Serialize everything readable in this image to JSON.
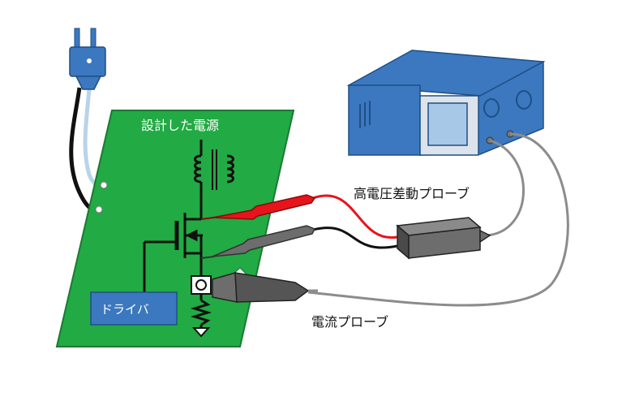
{
  "labels": {
    "board_title": "設計した電源",
    "driver": "ドライバ",
    "hv_probe": "高電圧差動プローブ",
    "current_probe": "電流プローブ"
  },
  "colors": {
    "board": "#22aa44",
    "board_edge": "#1a7a33",
    "scope_body": "#3b78bf",
    "scope_panel": "#dde3ea",
    "scope_screen": "#a8c8e8",
    "plug": "#3b78bf",
    "driver_box": "#3b78bf",
    "red_wire": "#e8141b",
    "black_wire": "#111111",
    "gray_wire": "#8c8c8c",
    "probe_gray": "#6d6d6d",
    "probe_dark": "#555555"
  },
  "icons": [
    "power-plug-icon",
    "transformer-icon",
    "mosfet-icon",
    "resistor-icon",
    "ground-icon",
    "oscilloscope-icon",
    "probe-icon"
  ]
}
